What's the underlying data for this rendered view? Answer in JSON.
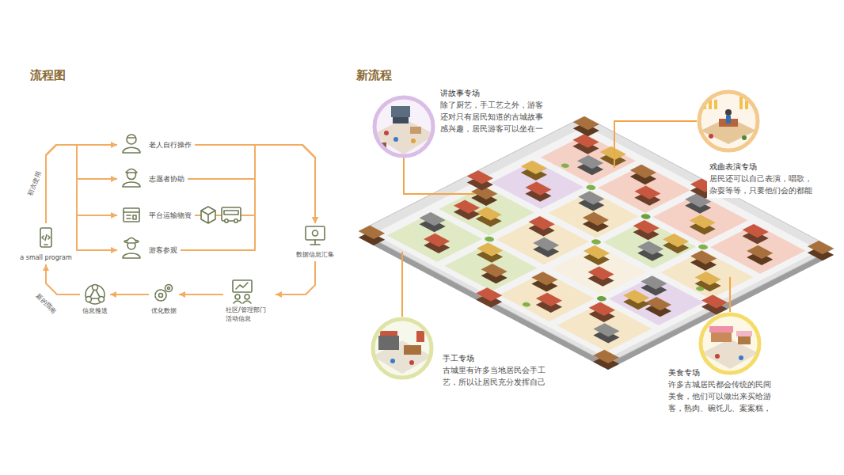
{
  "diagram": {
    "title": "流程图",
    "nodes": [
      {
        "text": [
          "老人自行操作"
        ]
      },
      {
        "text": [
          "志愿者协助"
        ]
      },
      {
        "text": [
          "平台运输物资"
        ]
      },
      {
        "text": [
          "游客参观"
        ]
      },
      {
        "text": [
          "a small program"
        ]
      },
      {
        "text": [
          "数据信息汇集"
        ]
      },
      {
        "text": [
          "社区/管理部门 活动信息"
        ]
      },
      {
        "text": [
          "优化数据"
        ]
      },
      {
        "text": [
          "信息推送"
        ]
      },
      {
        "text": [
          "讲故事专场",
          "除了厨艺，手工艺之外，游客 还对只有居民知道的古城故事 感兴趣，居民游客可以坐在一"
        ]
      },
      {
        "text": [
          "戏曲表演专场",
          "居民还可以自己表演，唱歌， 杂耍等等，只要他们会的都能"
        ]
      },
      {
        "text": [
          "手工专场",
          "古城里有许多当地居民会手工 艺，所以让居民充分发挥自己"
        ]
      },
      {
        "text": [
          "美食专场",
          "许多古城居民都会传统的民间 美食，他们可以做出来买给游 客，熟肉、碗饦儿、案案糕，"
        ]
      }
    ],
    "edges": [
      {
        "from": 4,
        "to": 0,
        "arrow": "to",
        "label": "初次使用"
      },
      {
        "from": 4,
        "to": 1,
        "arrow": "to"
      },
      {
        "from": 4,
        "to": 2,
        "arrow": "to"
      },
      {
        "from": 4,
        "to": 3,
        "arrow": "to"
      },
      {
        "from": 0,
        "to": 5,
        "arrow": "to"
      },
      {
        "from": 1,
        "to": 5,
        "arrow": "to"
      },
      {
        "from": 2,
        "to": 5,
        "arrow": "to"
      },
      {
        "from": 3,
        "to": 5,
        "arrow": "to"
      },
      {
        "from": 5,
        "to": 6,
        "arrow": "to"
      },
      {
        "from": 6,
        "to": 7,
        "arrow": "to"
      },
      {
        "from": 7,
        "to": 8,
        "arrow": "to"
      },
      {
        "from": 8,
        "to": 4,
        "arrow": "to",
        "label": "新的指南"
      }
    ],
    "labels": [
      "新流程"
    ]
  }
}
